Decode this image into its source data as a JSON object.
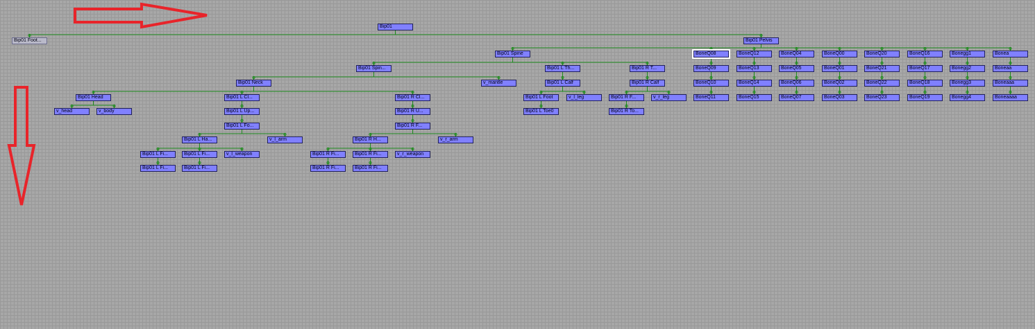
{
  "colors": {
    "node": "#8080ff",
    "link": "#1c8a1c",
    "arrow": "#e8242a",
    "background": "#a7a7a7"
  },
  "hierarchy": {
    "root": "Bip01",
    "footsteps": "Bip01 Foot...",
    "pelvis": "Bip01 Pelvis",
    "spine": "Bip01 Spine",
    "spine1": "Bip01 Spin...",
    "neck": "Bip01 Neck",
    "mantle": "v_mantle",
    "head": "Bip01 Head",
    "v_head": "v_head",
    "v_body": "v_body",
    "l_clavicle": "Bip01 L Cl...",
    "l_upperarm": "Bip01 L Up...",
    "l_forearm": "Bip01 L Fo...",
    "l_hand": "Bip01 L Ha...",
    "v_l_arm": "v_l_arm",
    "l_finger0": "Bip01 L Fi...",
    "l_finger0_1": "Bip01 L Fi...",
    "l_finger1": "Bip01 L Fi...",
    "l_finger1_1": "Bip01 L Fi...",
    "v_l_weapon": "v_l_weapon",
    "r_clavicle": "Bip01 R Cl...",
    "r_upperarm": "Bip01 R U...",
    "r_forearm": "Bip01 R F...",
    "v_r_arm": "v_r_arm",
    "r_hand": "Bip01 R H...",
    "r_finger0": "Bip01 R Fi...",
    "r_finger0_1": "Bip01 R Fi...",
    "r_finger1": "Bip01 R Fi...",
    "r_finger1_1": "Bip01 R Fi...",
    "v_r_weapon": "v_r_weapon",
    "l_thigh": "Bip01 L Th...",
    "l_calf": "Bip01 L Calf",
    "l_foot": "Bip01 L Foot",
    "v_l_leg": "v_l_leg",
    "l_toe0": "Bip01 L Toe0",
    "r_thigh": "Bip01 R T...",
    "r_calf": "Bip01 R Calf",
    "r_foot": "Bip01 R F...",
    "v_r_leg": "v_r_leg",
    "r_toe0": "Bip01 R To...",
    "bones": [
      [
        "BoneQ08",
        "BoneQ09",
        "BoneQ10",
        "BoneQ11"
      ],
      [
        "BoneQ12",
        "BoneQ13",
        "BoneQ14",
        "BoneQ15"
      ],
      [
        "BoneQ04",
        "BoneQ05",
        "BoneQ06",
        "BoneQ07"
      ],
      [
        "BoneQ00",
        "BoneQ01",
        "BoneQ02",
        "BoneQ03"
      ],
      [
        "BoneQ20",
        "BoneQ21",
        "BoneQ22",
        "BoneQ23"
      ],
      [
        "BoneQ16",
        "BoneQ17",
        "BoneQ18",
        "BoneQ19"
      ],
      [
        "Bonegg1",
        "Bonegg2",
        "Bonegg3",
        "Bonegg4"
      ],
      [
        "Bonea",
        "Boneaa",
        "Boneaaa",
        "Boneaaaa"
      ]
    ]
  }
}
